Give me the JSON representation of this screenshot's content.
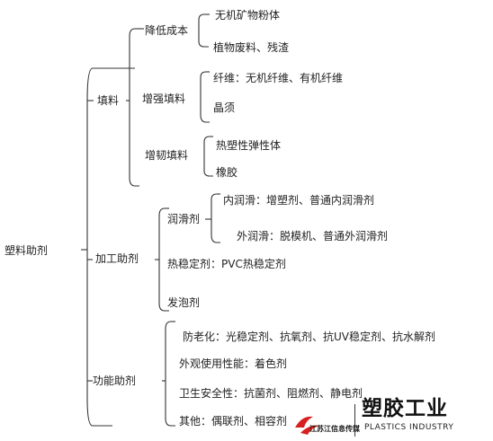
{
  "diagram": {
    "root": "塑料助剂",
    "filler": {
      "label": "填料",
      "cost": {
        "label": "降低成本",
        "items": [
          "无机矿物粉体",
          "植物废料、残渣"
        ]
      },
      "reinforce": {
        "label": "增强填料",
        "items": [
          "纤维：无机纤维、有机纤维",
          "晶须"
        ]
      },
      "toughen": {
        "label": "增韧填料",
        "items": [
          "热塑性弹性体",
          "橡胶"
        ]
      }
    },
    "processing": {
      "label": "加工助剂",
      "lubricant": {
        "label": "润滑剂",
        "items": [
          "内润滑：增塑剂、普通内润滑剂",
          "外润滑：脱模机、普通外润滑剂"
        ]
      },
      "heat_stabilizer": "热稳定剂：PVC热稳定剂",
      "foaming": "发泡剂"
    },
    "functional": {
      "label": "功能助剂",
      "items": [
        "防老化：光稳定剂、抗氧剂、抗UV稳定剂、抗水解剂",
        "外观使用性能：着色剂",
        "卫生安全性：抗菌剂、阻燃剂、静电剂",
        "其他：偶联剂、相容剂"
      ]
    }
  },
  "watermarks": {
    "media": "江苏江信息传媒",
    "title": "塑胶工业",
    "subtitle": "PLASTICS INDUSTRY"
  },
  "colors": {
    "line": "#333333",
    "text": "#222222",
    "logo_red": "#d7201f"
  }
}
